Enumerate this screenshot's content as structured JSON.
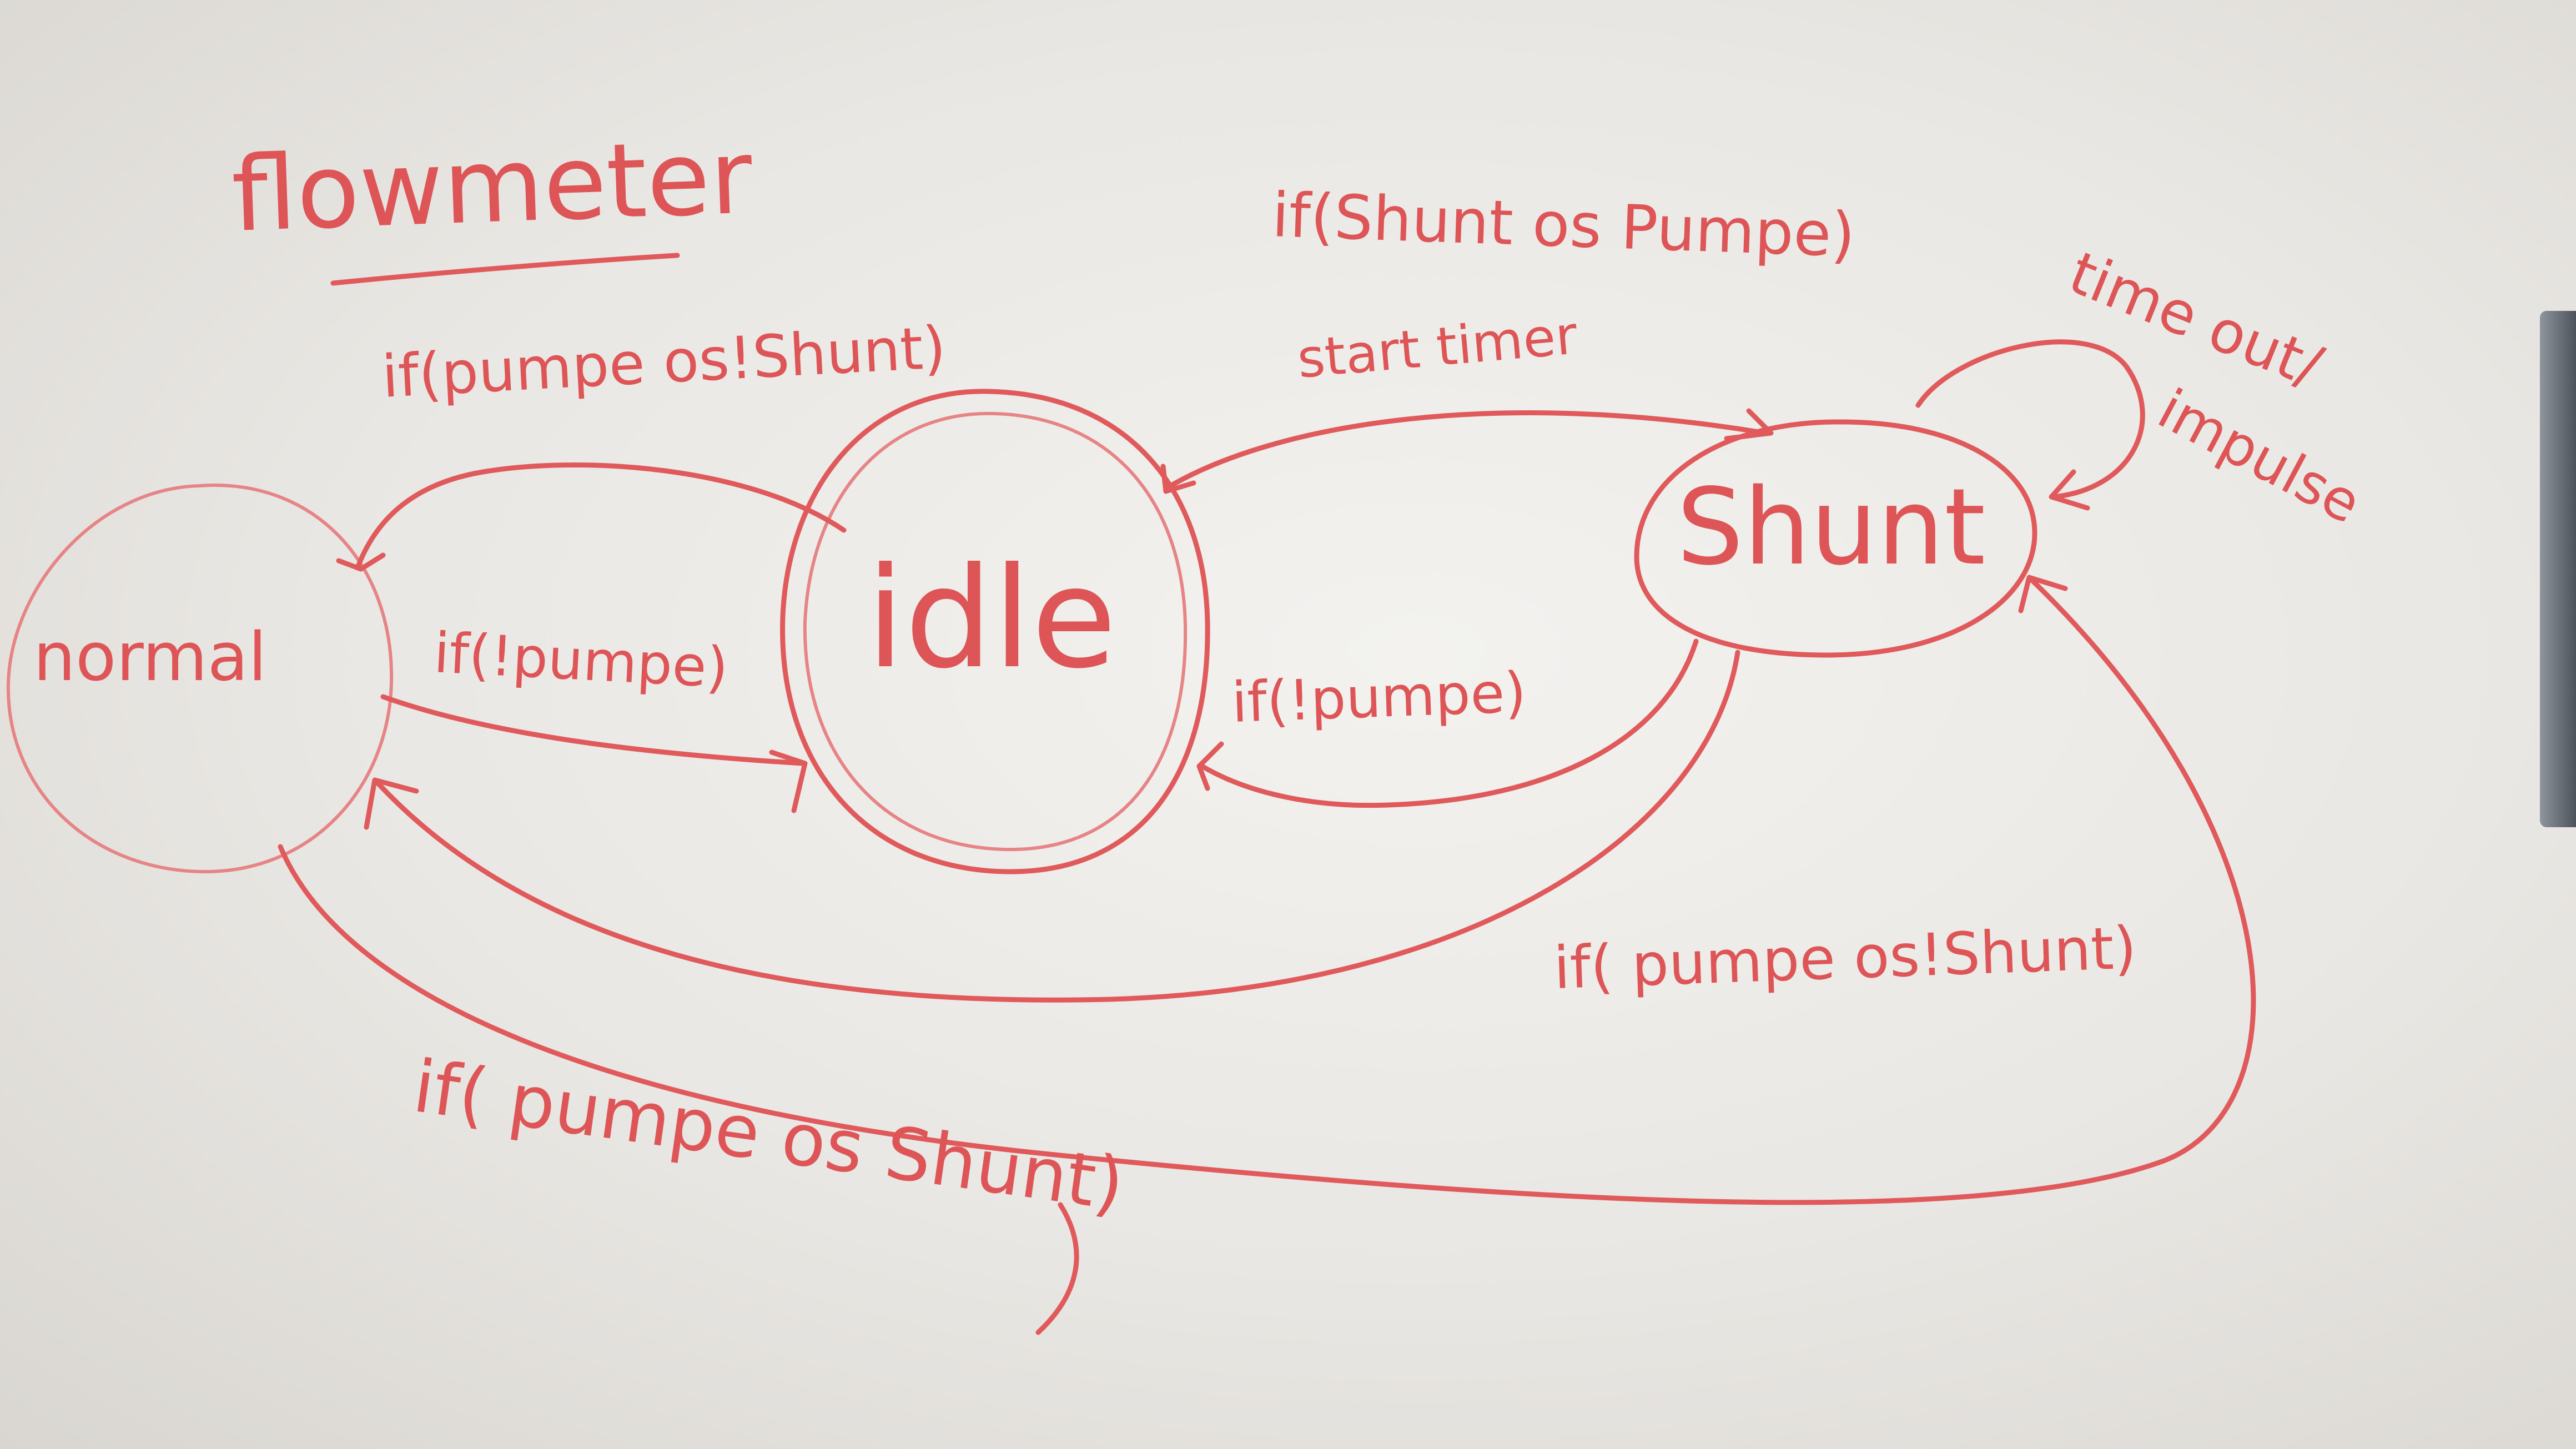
{
  "title": "flowmeter",
  "colors": {
    "ink": "#e05a5c",
    "board": "#efeeeb"
  },
  "states": {
    "normal": "normal",
    "idle": "idle",
    "shunt": "Shunt"
  },
  "transitions": {
    "idle_to_normal": "if(pumpe os!Shunt)",
    "normal_to_idle": "if(!pumpe)",
    "idle_to_shunt_condition": "if(Shunt os Pumpe)",
    "idle_to_shunt_action": "start timer",
    "shunt_to_idle": "if(!pumpe)",
    "shunt_to_normal": "if( pumpe os!Shunt)",
    "normal_to_shunt": "if( pumpe os Shunt)",
    "shunt_self_line1": "time out/",
    "shunt_self_line2": "impulse"
  }
}
